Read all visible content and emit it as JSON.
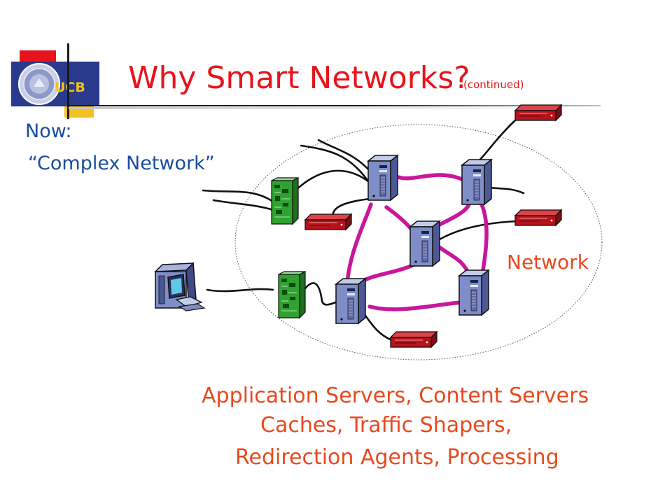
{
  "header": {
    "logo_text": "UCB",
    "title": "Why Smart Networks?",
    "title_suffix": "(continued)"
  },
  "body": {
    "now_label": "Now:",
    "network_type": "“Complex Network”",
    "network_label": "Network",
    "caption_lines": [
      "Application Servers, Content Servers",
      "Caches, Traffic Shapers,",
      "Redirection Agents, Processing"
    ]
  },
  "colors": {
    "title": "#e8141b",
    "body_blue": "#1a4ea0",
    "caption_orange": "#e8491e",
    "link_magenta": "#c8179b",
    "server_blue": "#7f8ec9",
    "router_red": "#b5121b",
    "card_green": "#2fa32f",
    "logo_navy": "#2a3a8c",
    "logo_gold": "#f3c21e"
  },
  "icons": {
    "seal": "uc-seal-icon",
    "server": "server-tower-icon",
    "router": "router-box-icon",
    "card": "network-card-icon",
    "computer": "desktop-computer-icon"
  }
}
